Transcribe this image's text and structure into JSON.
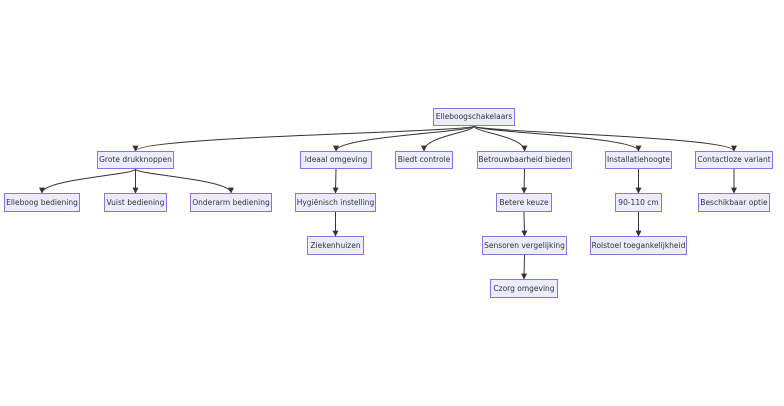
{
  "diagram": {
    "root": {
      "id": "root",
      "label": "Elleboogschakelaars"
    },
    "nodes": [
      {
        "id": "grote",
        "label": "Grote drukknoppen"
      },
      {
        "id": "ideaal",
        "label": "Ideaal omgeving"
      },
      {
        "id": "controle",
        "label": "Biedt controle"
      },
      {
        "id": "betrouw",
        "label": "Betrouwbaarheid bieden"
      },
      {
        "id": "install",
        "label": "Installatiehoogte"
      },
      {
        "id": "contactloos",
        "label": "Contactloze variant"
      },
      {
        "id": "elleboog",
        "label": "Elleboog bediening"
      },
      {
        "id": "vuist",
        "label": "Vuist bediening"
      },
      {
        "id": "onderarm",
        "label": "Onderarm bediening"
      },
      {
        "id": "hygienisch",
        "label": "Hygiënisch instelling"
      },
      {
        "id": "betere",
        "label": "Betere keuze"
      },
      {
        "id": "cm",
        "label": "90-110 cm"
      },
      {
        "id": "beschikbaar",
        "label": "Beschikbaar optie"
      },
      {
        "id": "zieken",
        "label": "Ziekenhuizen"
      },
      {
        "id": "sensoren",
        "label": "Sensoren vergelijking"
      },
      {
        "id": "rolstoel",
        "label": "Rolstoel toegankelijkheid"
      },
      {
        "id": "czorg",
        "label": "Czorg omgeving"
      }
    ],
    "edges": [
      [
        "root",
        "grote"
      ],
      [
        "root",
        "ideaal"
      ],
      [
        "root",
        "controle"
      ],
      [
        "root",
        "betrouw"
      ],
      [
        "root",
        "install"
      ],
      [
        "root",
        "contactloos"
      ],
      [
        "grote",
        "elleboog"
      ],
      [
        "grote",
        "vuist"
      ],
      [
        "grote",
        "onderarm"
      ],
      [
        "ideaal",
        "hygienisch"
      ],
      [
        "hygienisch",
        "zieken"
      ],
      [
        "betrouw",
        "betere"
      ],
      [
        "betere",
        "sensoren"
      ],
      [
        "sensoren",
        "czorg"
      ],
      [
        "install",
        "cm"
      ],
      [
        "cm",
        "rolstoel"
      ],
      [
        "contactloos",
        "beschikbaar"
      ]
    ],
    "colors": {
      "node_fill": "#ececff",
      "node_border": "#9370db",
      "edge": "#333333",
      "text": "#333333"
    }
  }
}
